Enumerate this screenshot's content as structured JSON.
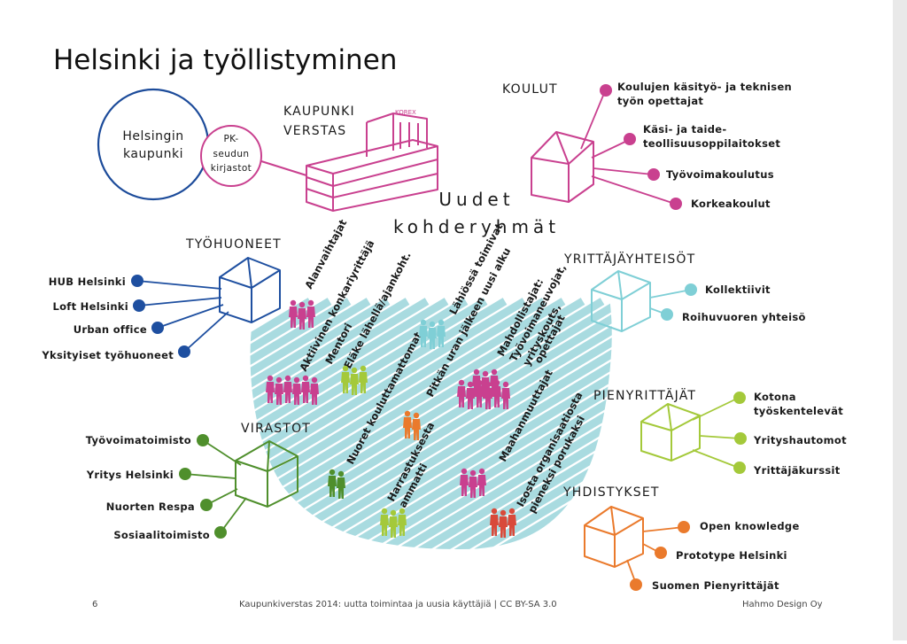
{
  "title": "Helsinki ja työllistyminen",
  "colors": {
    "pink": "#c9408f",
    "navy": "#1e4fa0",
    "teal": "#7fcfd6",
    "lime": "#a4c93a",
    "green": "#4f8f2c",
    "orange": "#ea7a2c",
    "red": "#d94a3a",
    "stripes": "#a9dbe0",
    "city_blue": "#1c4b9a"
  },
  "city": {
    "label_line1": "Helsingin",
    "label_line2": "kaupunki",
    "libraries_line1": "PK-",
    "libraries_line2": "seudun",
    "libraries_line3": "kirjastot"
  },
  "kaupunkiverstas": {
    "line1": "KAUPUNKI",
    "line2": "VERSTAS",
    "sign": "KOREX"
  },
  "center": {
    "line1": "Uudet",
    "line2": "kohderyhmät"
  },
  "groups": {
    "koulut": {
      "label": "KOULUT",
      "items": [
        "Koulujen käsityö- ja teknisen",
        "työn opettajat",
        "Käsi- ja taide-",
        "teollisuusoppilaitokset",
        "Työvoimakoulutus",
        "Korkeakoulut"
      ]
    },
    "tyohuoneet": {
      "label": "TYÖHUONEET",
      "items": [
        "HUB Helsinki",
        "Loft Helsinki",
        "Urban office",
        "Yksityiset työhuoneet"
      ]
    },
    "yrittajayhteisot": {
      "label": "YRITTÄJÄYHTEISÖT",
      "items": [
        "Kollektiivit",
        "Roihuvuoren yhteisö"
      ]
    },
    "pienyrittajat": {
      "label": "PIENYRITTÄJÄT",
      "items": [
        "Kotona",
        "työskentelevät",
        "Yrityshautomot",
        "Yrittäjäkurssit"
      ]
    },
    "virastot": {
      "label": "VIRASTOT",
      "items": [
        "Työvoimatoimisto",
        "Yritys Helsinki",
        "Nuorten Respa",
        "Sosiaalitoimisto"
      ]
    },
    "yhdistykset": {
      "label": "YHDISTYKSET",
      "items": [
        "Open knowledge",
        "Prototype Helsinki",
        "Suomen Pienyrittäjät"
      ]
    }
  },
  "target_groups": [
    "Alanvaihtajat",
    "Aktiivinen konkariyrittäjä",
    "Mentori",
    "Eläke lähellä/ajankoht.",
    "Lähiössä toimivat",
    "Pitkän uran jälkeen uusi alku",
    "Mahdollistajat:",
    "Työvoimaneuvojat,",
    "yrityskouts,",
    "opettajat",
    "Nuoret kouluttamattomat",
    "Maahanmuuttajat",
    "Harrastuksesta",
    "ammatti",
    "Isosta organisaatiosta",
    "pieneksi porukaksi"
  ],
  "footer": {
    "page": "6",
    "center": "Kaupunkiverstas 2014: uutta toimintaa ja uusia käyttäjiä  |  CC BY-SA 3.0",
    "right": "Hahmo Design Oy"
  }
}
